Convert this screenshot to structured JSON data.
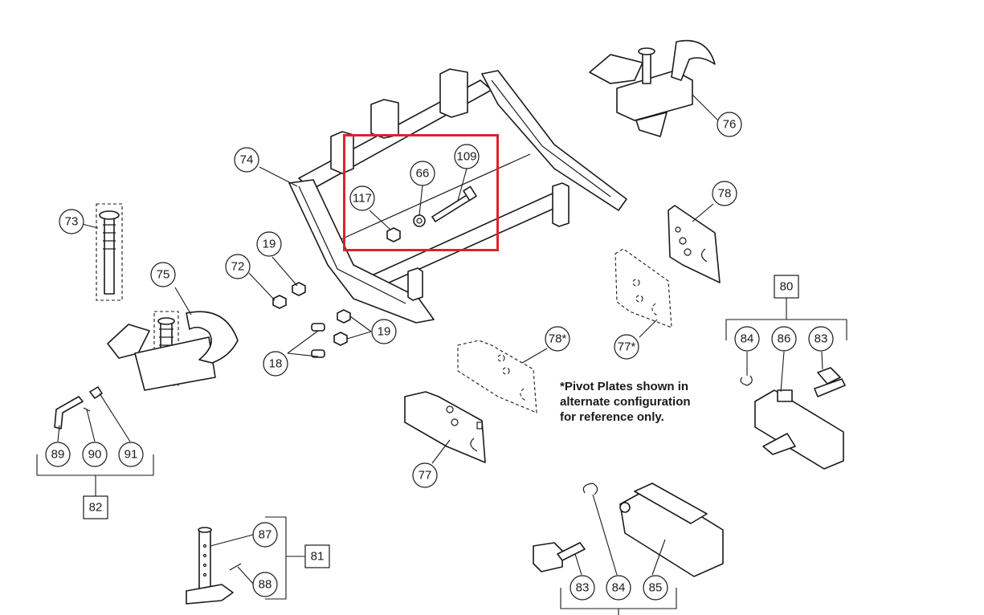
{
  "callouts": {
    "c109": "109",
    "c66": "66",
    "c117": "117",
    "c74": "74",
    "c76": "76",
    "c78": "78",
    "c73": "73",
    "c75": "75",
    "c72": "72",
    "c19a": "19",
    "c19b": "19",
    "c18": "18",
    "c78s": "78*",
    "c77s": "77*",
    "c77": "77",
    "c80": "80",
    "c84a": "84",
    "c86": "86",
    "c83a": "83",
    "c89": "89",
    "c90": "90",
    "c91": "91",
    "c82": "82",
    "c87": "87",
    "c88": "88",
    "c81": "81",
    "c83b": "83",
    "c84b": "84",
    "c85": "85"
  },
  "note": {
    "line1": "*Pivot Plates shown in",
    "line2": "alternate configuration",
    "line3": "for reference only."
  },
  "colors": {
    "highlight": "#d9252b",
    "ink": "#1a1a1a"
  }
}
